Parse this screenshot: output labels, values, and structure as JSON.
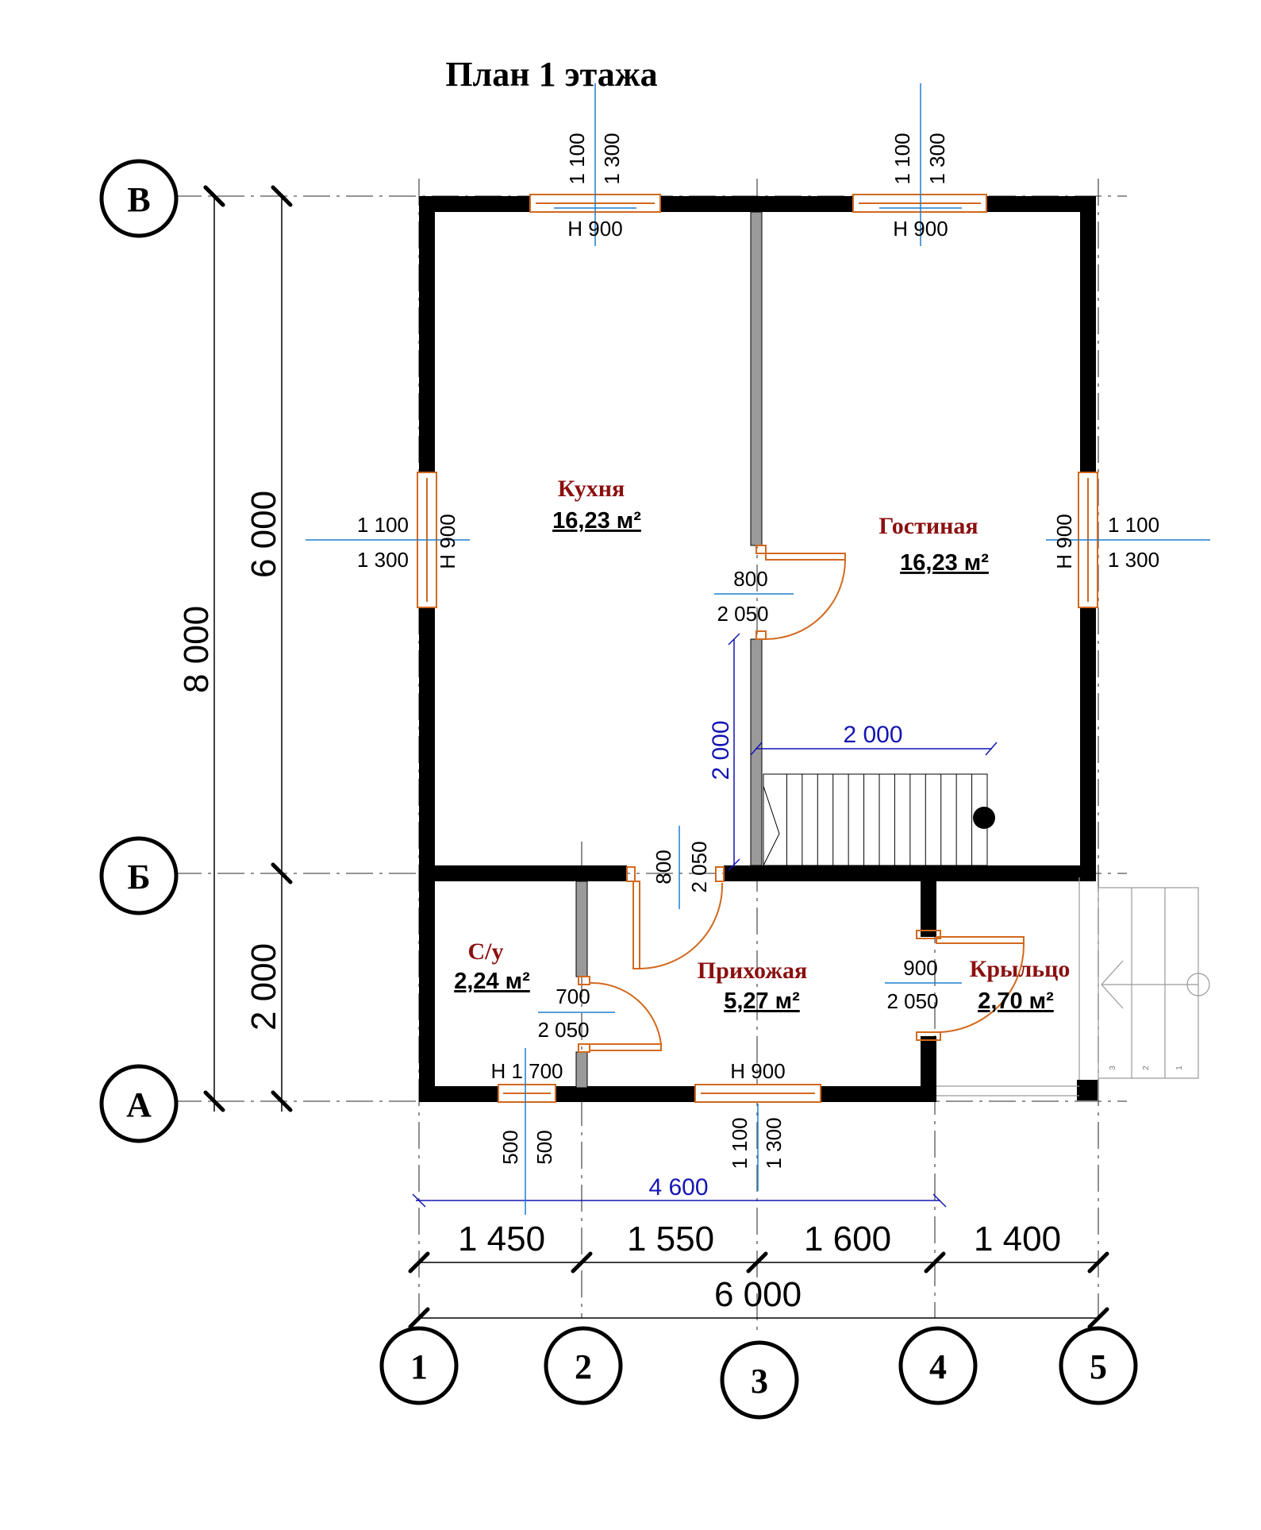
{
  "title": "План 1 этажа",
  "axes": {
    "letters": [
      "В",
      "Б",
      "А"
    ],
    "numbers": [
      "1",
      "2",
      "3",
      "4",
      "5"
    ]
  },
  "dims": {
    "overall_width": "6 000",
    "spans": [
      "1 450",
      "1 550",
      "1 600",
      "1 400"
    ],
    "inner_width": "4 600",
    "overall_height": "8 000",
    "upper_height": "6 000",
    "lower_height": "2 000",
    "stair_width": "2 000",
    "stair_length": "2 000"
  },
  "rooms": [
    {
      "name": "Кухня",
      "area": "16,23 м²"
    },
    {
      "name": "Гостиная",
      "area": "16,23 м²"
    },
    {
      "name": "С/у",
      "area": "2,24 м²"
    },
    {
      "name": "Прихожая",
      "area": "5,27 м²"
    },
    {
      "name": "Крыльцо",
      "area": "2,70 м²"
    }
  ],
  "windows": {
    "top_left": {
      "w": "1 100",
      "h": "1 300",
      "sill": "Н  900"
    },
    "top_right": {
      "w": "1 100",
      "h": "1 300",
      "sill": "Н  900"
    },
    "left": {
      "w": "1 100",
      "h": "1 300",
      "sill": "Н 900"
    },
    "right": {
      "w": "1 100",
      "h": "1 300",
      "sill": "Н 900"
    },
    "bottom_wc": {
      "w": "500",
      "h": "500",
      "sill": "Н  1 700"
    },
    "bottom_hall": {
      "w": "1 100",
      "h": "1 300",
      "sill": "Н  900"
    }
  },
  "doors": {
    "kitchen_living": {
      "w": "800",
      "h": "2 050"
    },
    "hall_kitchen": {
      "w": "800",
      "h": "2 050"
    },
    "wc": {
      "w": "700",
      "h": "2 050"
    },
    "porch": {
      "w": "900",
      "h": "2 050"
    }
  },
  "porch_steps": [
    "3",
    "2",
    "1"
  ]
}
